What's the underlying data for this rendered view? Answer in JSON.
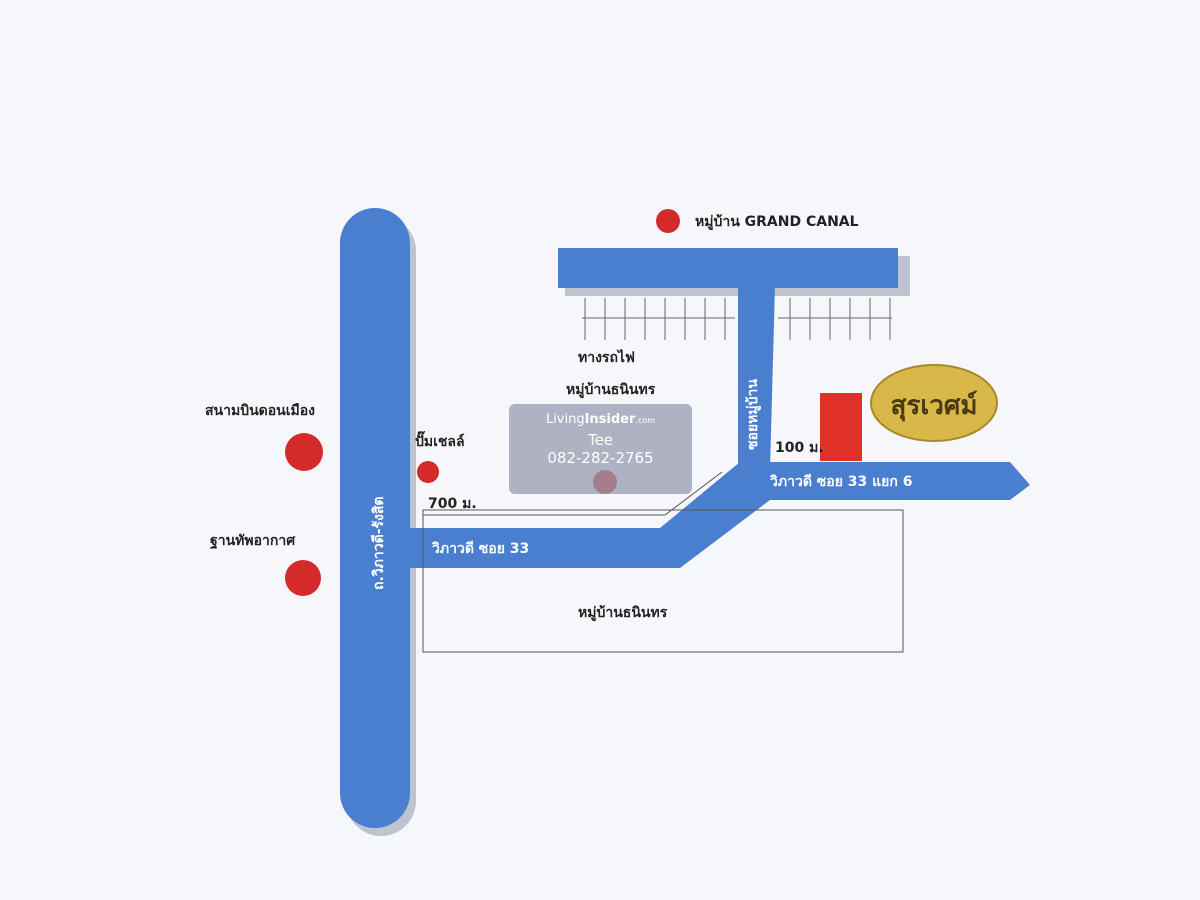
{
  "map": {
    "roads": {
      "main": "ถ.วิภาวดี-รังสิต",
      "soi33": "วิภาวดี ซอย 33",
      "soi33_6": "วิภาวดี ซอย 33 แยก 6",
      "side": "ซอยหมู่บ้าน"
    },
    "labels": {
      "grand_canal": "หมู่บ้าน GRAND CANAL",
      "railway": "ทางรถไฟ",
      "airport": "สนามบินดอนเมือง",
      "airbase": "ฐานทัพอากาศ",
      "shell": "ปั๊มเชลล์",
      "village_mid": "หมู่บ้านธนินทร",
      "dist_700": "700 ม.",
      "dist_100": "100 ม.",
      "village_bottom": "หมู่บ้านธนินทร"
    },
    "logo_text": "สุรเวศม์",
    "colors": {
      "road": "#4a7fd0",
      "marker": "#d42a2a",
      "project": "#e0302a",
      "logo": "#d8b848"
    }
  },
  "watermark": {
    "brand_a": "Living",
    "brand_b": "Insider",
    "brand_c": ".com",
    "name": "Tee",
    "phone": "082-282-2765"
  }
}
